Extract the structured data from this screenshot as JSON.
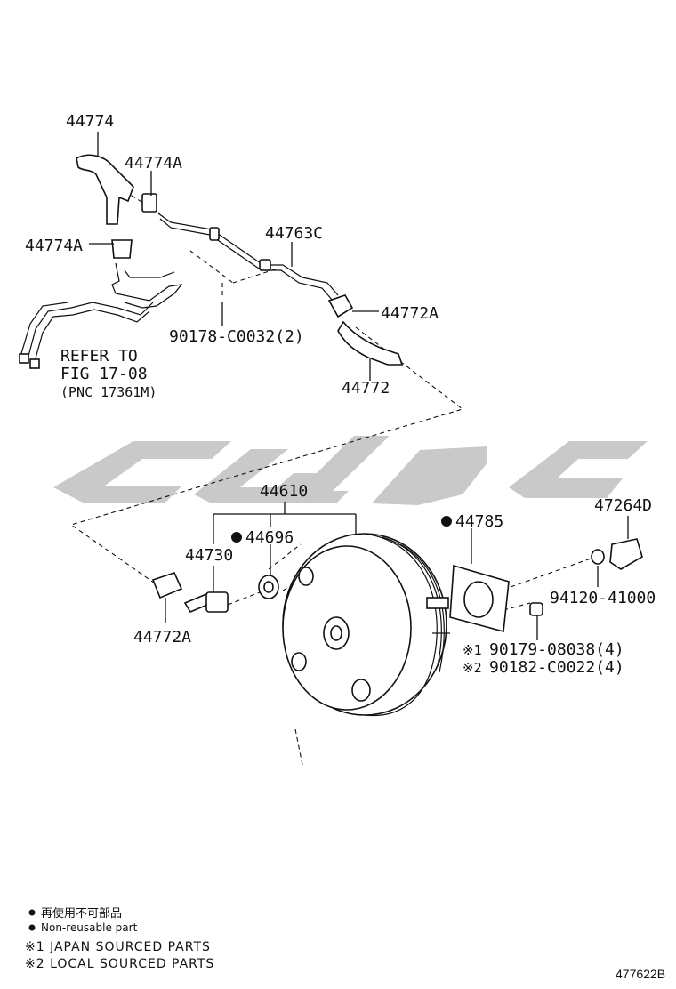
{
  "callouts": {
    "p44774": "44774",
    "p44774A_top": "44774A",
    "p44774A_left": "44774A",
    "p44763C": "44763C",
    "p90178": "90178-C0032(2)",
    "p44772A_top": "44772A",
    "p44772": "44772",
    "refer_line1": "REFER TO",
    "refer_line2": "FIG 17-08",
    "refer_line3": "(PNC 17361M)",
    "p44610": "44610",
    "p44696": "44696",
    "p44730": "44730",
    "p44785": "44785",
    "p47264D": "47264D",
    "p94120": "94120-41000",
    "p44772A_bottom": "44772A",
    "mark1": "※1",
    "p90179": "90179-08038(4)",
    "mark2": "※2",
    "p90182": "90182-C0022(4)"
  },
  "legend": {
    "nonreusable_jp": "再使用不可部品",
    "nonreusable_en": "Non-reusable part",
    "japan_sourced": "※1 JAPAN SOURCED PARTS",
    "local_sourced": "※2 LOCAL SOURCED PARTS"
  },
  "figure_number": "477622B",
  "colors": {
    "line": "#111111",
    "watermark": "#c9c9c9",
    "background": "#ffffff"
  },
  "icons": {
    "nonreusable_marker": "filled-circle"
  }
}
